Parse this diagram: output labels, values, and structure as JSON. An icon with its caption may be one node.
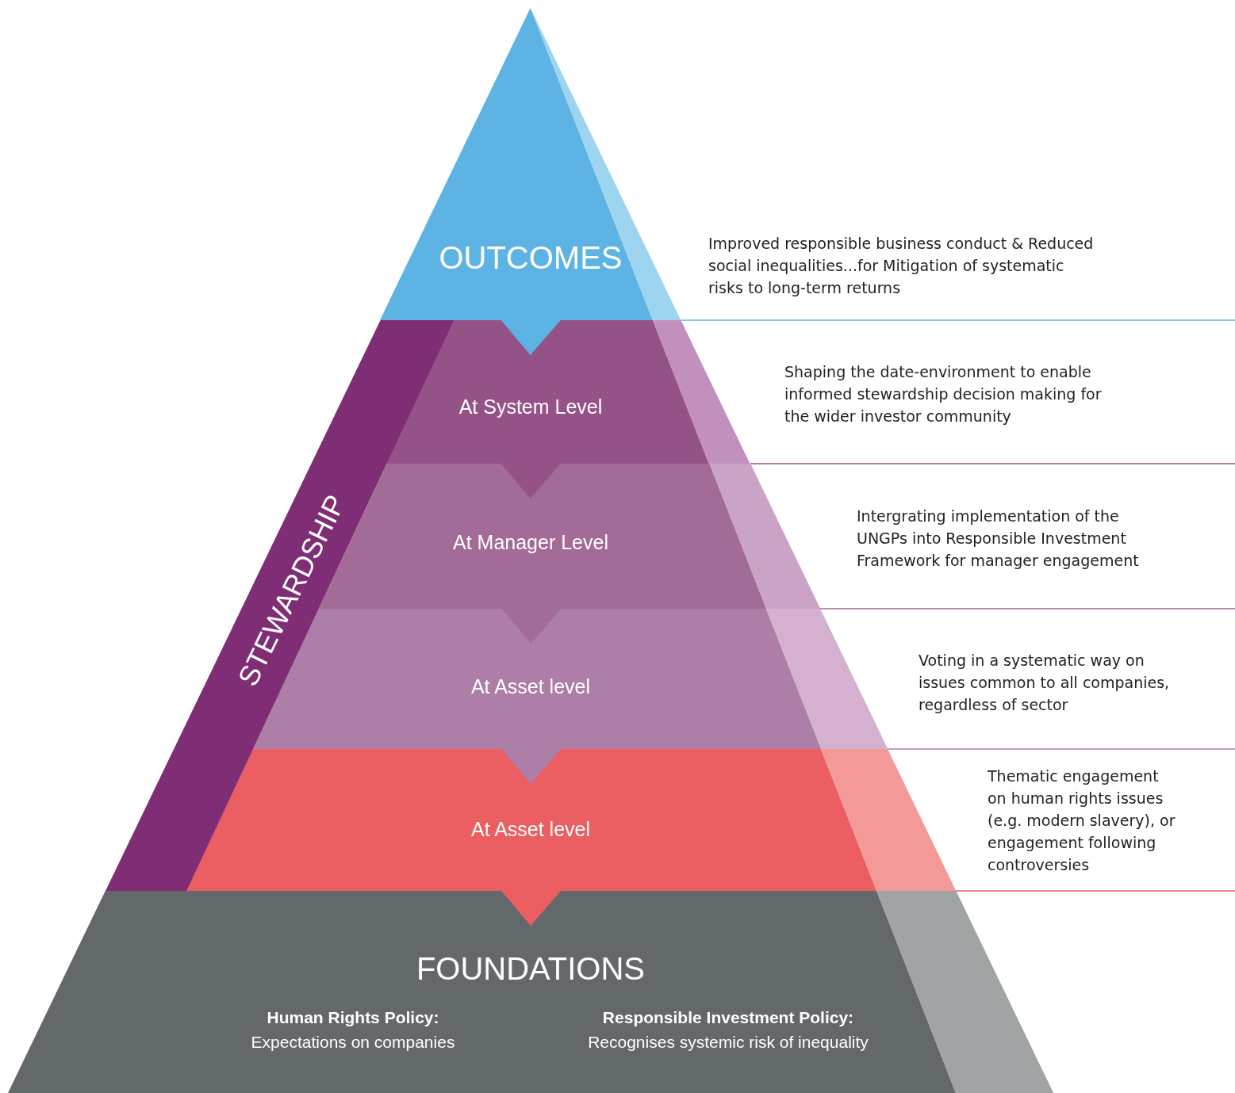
{
  "diagram": {
    "nodes": [
      {
        "text": [
          "OUTCOMES"
        ],
        "beside": [
          "Improved responsible business conduct & Reduced social inequalities...for Mitigation of systematic risks to long-term returns"
        ]
      },
      {
        "text": [
          "STEWARDSHIP"
        ]
      },
      {
        "text": [
          "At System Level"
        ],
        "beside": [
          "Shaping the date-environment to enable informed stewardship decision making for the wider investor community"
        ]
      },
      {
        "text": [
          "At Manager Level"
        ],
        "beside": [
          "Intergrating implementation of the UNGPs into Responsible Investment Framework for manager engagement"
        ]
      },
      {
        "text": [
          "At Asset level"
        ],
        "beside": [
          "Voting in a systematic way on issues common to all companies, regardless of sector"
        ]
      },
      {
        "text": [
          "At Asset level"
        ],
        "beside": [
          "Thematic engagement on human rights issues (e.g. modern slavery), or engagement following controversies"
        ]
      },
      {
        "text": [
          "FOUNDATIONS",
          "Human Rights Policy:",
          "Expectations on companies",
          "Responsible Investment Policy:",
          "Recognises systemic risk of inequality"
        ]
      }
    ],
    "edges": []
  }
}
